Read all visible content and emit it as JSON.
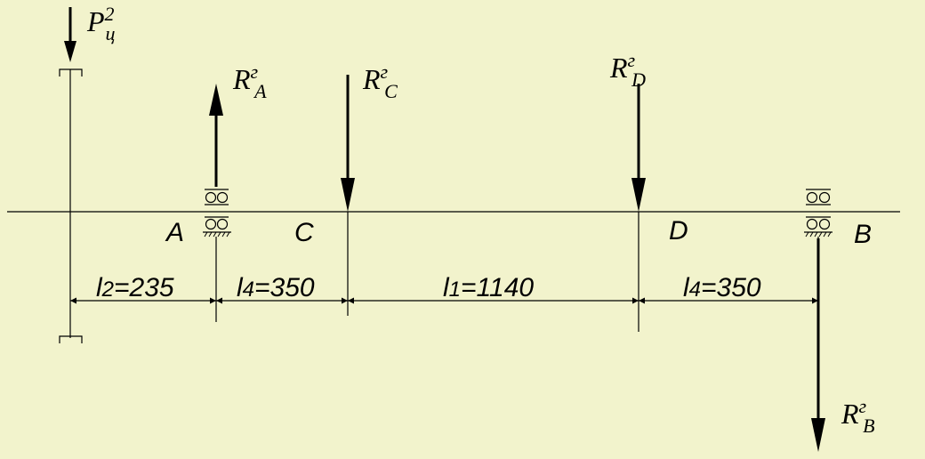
{
  "forces": {
    "p": {
      "base": "P",
      "sup": "2",
      "sub": "ц"
    },
    "ra": {
      "base": "R",
      "sup": "г",
      "sub": "A"
    },
    "rc": {
      "base": "R",
      "sup": "г",
      "sub": "C"
    },
    "rd": {
      "base": "R",
      "sup": "г",
      "sub": "D"
    },
    "rb": {
      "base": "R",
      "sup": "г",
      "sub": "B"
    }
  },
  "points": {
    "a": "A",
    "c": "C",
    "d": "D",
    "b": "B"
  },
  "dimensions": {
    "l2": {
      "sym": "l",
      "idx": "2",
      "val": "=235"
    },
    "l4a": {
      "sym": "l",
      "idx": "4",
      "val": "=350"
    },
    "l1": {
      "sym": "l",
      "idx": "1",
      "val": "=1140"
    },
    "l4b": {
      "sym": "l",
      "idx": "4",
      "val": "=350"
    }
  },
  "colors": {
    "background": "#f2f3cc",
    "ink": "#000000"
  }
}
